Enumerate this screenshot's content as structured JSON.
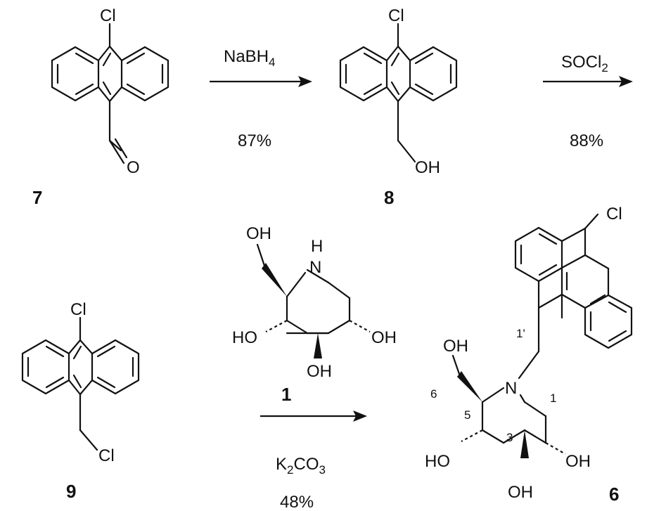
{
  "compounds": {
    "c7": {
      "label": "7",
      "substituent": "Cl",
      "carbonyl": "O"
    },
    "c8": {
      "label": "8",
      "substituent": "Cl",
      "hydroxyl": "OH"
    },
    "c9": {
      "label": "9",
      "substituent": "Cl",
      "chloromethyl": "Cl"
    },
    "c1": {
      "label": "1",
      "ch2oh": "OH",
      "nh": "H",
      "n": "N",
      "ho_left": "HO",
      "oh_right": "OH",
      "oh_bottom": "OH"
    },
    "c6": {
      "label": "6",
      "substituent": "Cl",
      "ch2oh": "OH",
      "n": "N",
      "ho_left": "HO",
      "oh_right": "OH",
      "oh_bottom": "OH",
      "positions": {
        "p1prime": "1'",
        "p1": "1",
        "p3": "3",
        "p5": "5",
        "p6": "6"
      }
    }
  },
  "reactions": {
    "step1": {
      "reagent_main": "NaBH",
      "reagent_sub": "4",
      "yield": "87%"
    },
    "step2": {
      "reagent_main": "SOCl",
      "reagent_sub": "2",
      "yield": "88%"
    },
    "step3": {
      "reagent_main_a": "K",
      "reagent_sub_a": "2",
      "reagent_main_b": "CO",
      "reagent_sub_b": "3",
      "yield": "48%"
    }
  }
}
